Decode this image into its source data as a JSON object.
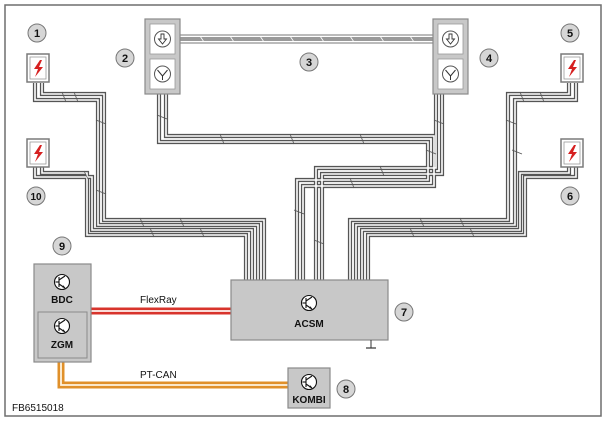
{
  "callouts": {
    "n1": "1",
    "n2": "2",
    "n3": "3",
    "n4": "4",
    "n5": "5",
    "n6": "6",
    "n7": "7",
    "n8": "8",
    "n9": "9",
    "n10": "10"
  },
  "modules": {
    "bdc": "BDC",
    "zgm": "ZGM",
    "acsm": "ACSM",
    "kombi": "KOMBI"
  },
  "buses": {
    "flexray": "FlexRay",
    "ptcan": "PT-CAN"
  },
  "figure_code": "FB6515018",
  "colors": {
    "frame": "#6e6e6e",
    "module_fill": "#c8c8c8",
    "module_stroke": "#8a8a8a",
    "wire": "#555555",
    "flexray": "#d8342c",
    "ptcan": "#e0902a"
  },
  "icons": {
    "igniter": "lightning-bolt-icon",
    "sensor": "arrow-down-icon",
    "ecu": "transistor-icon"
  }
}
